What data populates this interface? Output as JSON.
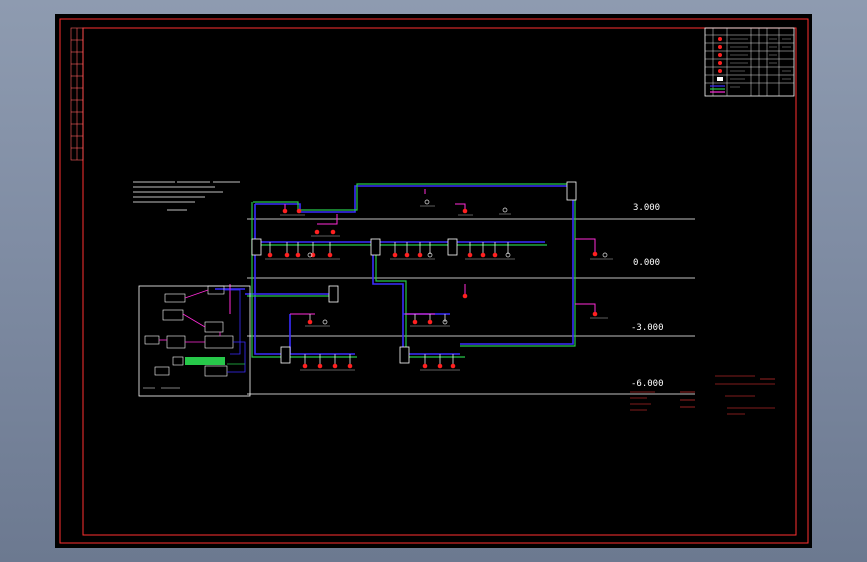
{
  "drawing": {
    "levels": [
      {
        "label": "3.000"
      },
      {
        "label": "0.000"
      },
      {
        "label": "-3.000"
      },
      {
        "label": "-6.000"
      }
    ]
  },
  "colors": {
    "background": "#000000",
    "frame": "#ff3030",
    "pipe_blue": "#3a2cff",
    "pipe_green": "#27c84a",
    "pipe_white": "#e8e8e8",
    "device_red": "#ff2020",
    "device_magenta": "#ff2cd8"
  }
}
